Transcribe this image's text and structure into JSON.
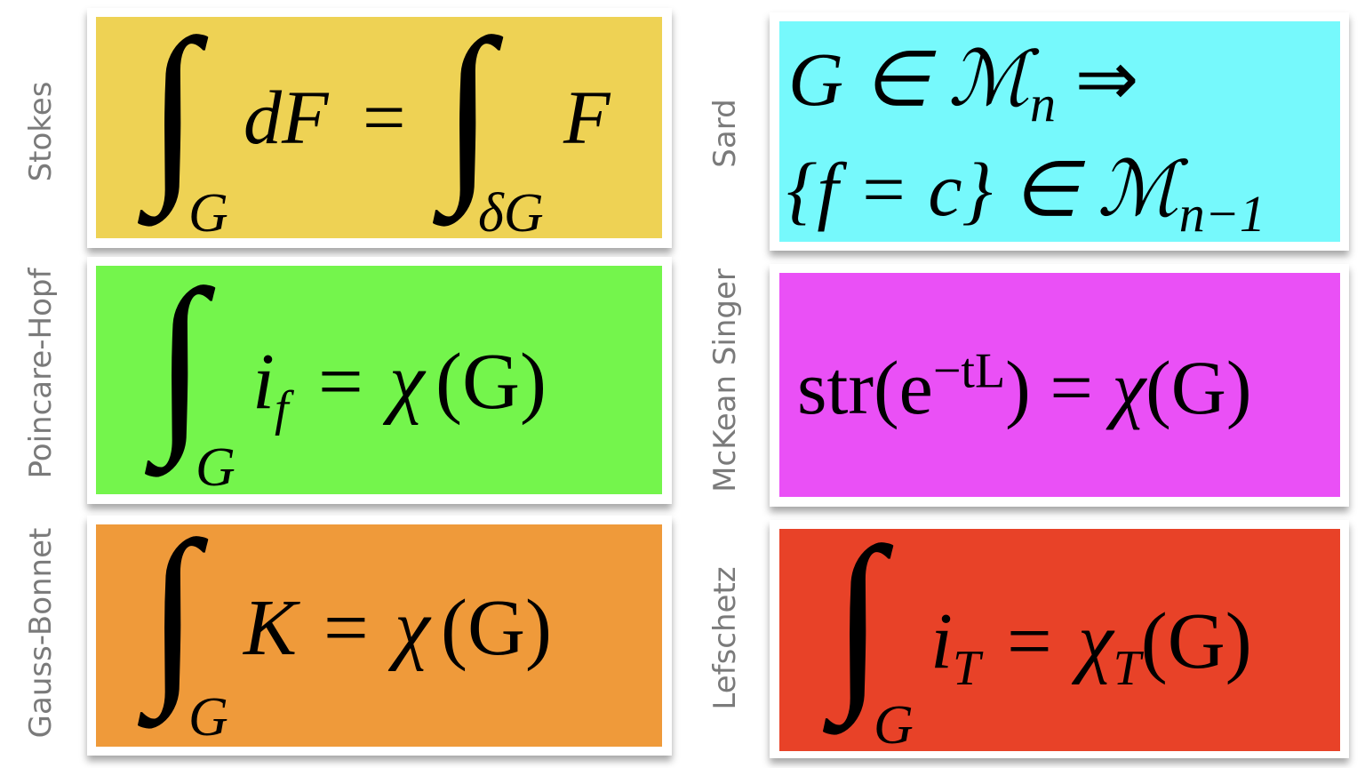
{
  "colors": {
    "stokes": "#EED254",
    "sard": "#76F9FC",
    "poincare": "#74F54C",
    "mckean": "#EA50F6",
    "gauss": "#EF9A3A",
    "lefschetz": "#E84228",
    "label": "#7a7a7a"
  },
  "panels": {
    "stokes": {
      "label": "Stokes",
      "int1": "∫",
      "sub1": "G",
      "lhs": "dF",
      "eq": "=",
      "int2": "∫",
      "sub2": "δG",
      "rhs": "F"
    },
    "poincare": {
      "label": "Poincare-Hopf",
      "int": "∫",
      "sub": "G",
      "i": "i",
      "isub": "f",
      "eq": "=",
      "chi": "χ",
      "arg": "(G)"
    },
    "gauss": {
      "label": "Gauss-Bonnet",
      "int": "∫",
      "sub": "G",
      "k": "K",
      "eq": "=",
      "chi": "χ",
      "arg": "(G)"
    },
    "sard": {
      "label": "Sard",
      "line1": "G ∈ ℳ",
      "line1_sub": "n",
      "line1_arrow": "⇒",
      "line2": "{f = c} ∈ ℳ",
      "line2_sub": "n−1"
    },
    "mckean": {
      "label": "McKean Singer",
      "str": "str(e",
      "sup": "−tL",
      "close": ")",
      "eq": "=",
      "chi": "χ",
      "arg": "(G)"
    },
    "lefschetz": {
      "label": "Lefschetz",
      "int": "∫",
      "sub": "G",
      "i": "i",
      "isub": "T",
      "eq": "=",
      "chi": "χ",
      "chisub": "T",
      "arg": "(G)"
    }
  }
}
